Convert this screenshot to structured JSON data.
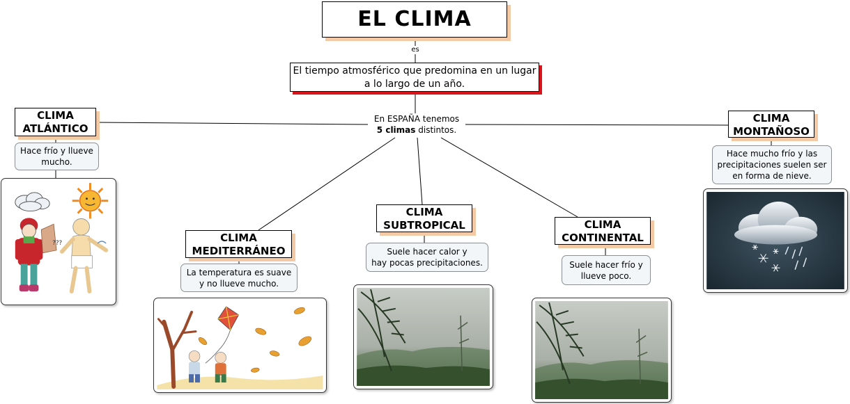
{
  "title": "EL CLIMA",
  "link_es": "es",
  "definition_line1": "El tiempo atmosférico que predomina en un lugar",
  "definition_line2": "a lo largo de un año.",
  "spain_line1": "En ESPAÑA tenemos",
  "spain_bold": "5 climas",
  "spain_rest": " distintos.",
  "climates": {
    "atlantico": {
      "name1": "CLIMA",
      "name2": "ATLÁNTICO",
      "desc1": "Hace frío y llueve",
      "desc2": "mucho."
    },
    "mediterraneo": {
      "name1": "CLIMA",
      "name2": "MEDITERRÁNEO",
      "desc1": "La temperatura es suave",
      "desc2": "y no llueve mucho."
    },
    "subtropical": {
      "name1": "CLIMA",
      "name2": "SUBTROPICAL",
      "desc1": "Suele hacer calor y",
      "desc2": "hay pocas precipitaciones."
    },
    "continental": {
      "name1": "CLIMA",
      "name2": "CONTINENTAL",
      "desc1": "Suele hacer frío y",
      "desc2": "llueve poco."
    },
    "montanoso": {
      "name1": "CLIMA",
      "name2": "MONTAÑOSO",
      "desc1": "Hace mucho frío y las",
      "desc2": "precipitaciones suelen ser",
      "desc3": "en forma de nieve."
    }
  },
  "colors": {
    "shadow_orange": "#f4c9a6",
    "shadow_red": "#d9141b",
    "desc_bg": "#f2f6f9"
  }
}
